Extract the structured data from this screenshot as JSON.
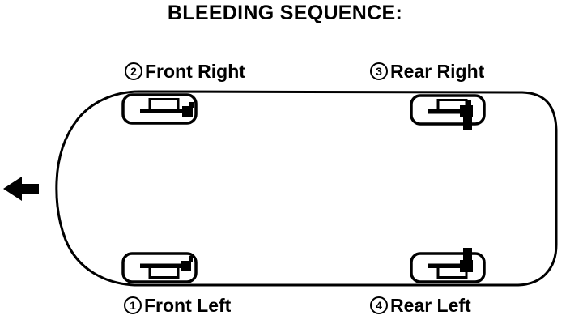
{
  "title": "BLEEDING SEQUENCE:",
  "colors": {
    "foreground": "#000000",
    "background": "#ffffff"
  },
  "icons": {
    "front_direction_arrow": "left-arrow",
    "wheel_icon": "brake-caliper-with-bleeder-valve",
    "vehicle": "car-top-view-outline"
  },
  "wheels": [
    {
      "number": "2",
      "label": "Front Right"
    },
    {
      "number": "3",
      "label": "Rear Right"
    },
    {
      "number": "1",
      "label": "Front Left"
    },
    {
      "number": "4",
      "label": "Rear Left"
    }
  ]
}
